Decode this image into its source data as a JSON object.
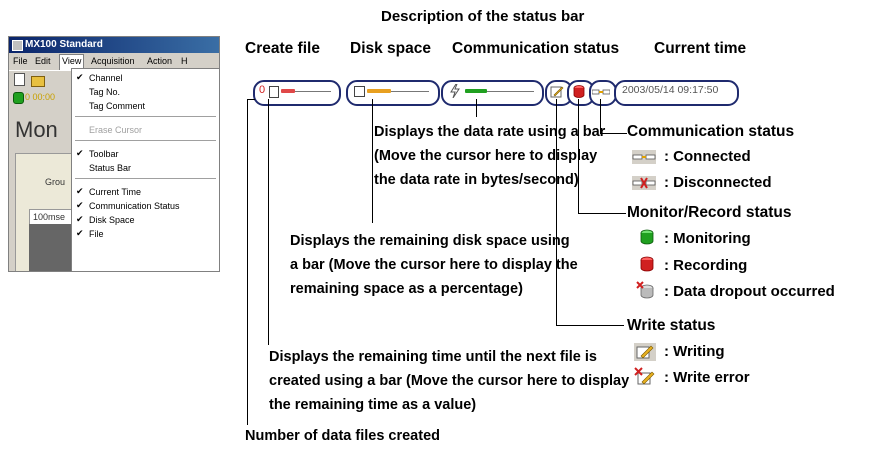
{
  "page_title": "Description of the status bar",
  "app_window": {
    "title": "MX100 Standard",
    "menu": [
      "File",
      "Edit",
      "View",
      "Acquisition",
      "Action",
      "H"
    ],
    "status_time": "0 00:00",
    "monitor_text": "Mon",
    "group_text": "Grou",
    "interval_text": "100mse",
    "view_menu": {
      "items": [
        {
          "label": "Channel",
          "checked": true,
          "disabled": false
        },
        {
          "label": "Tag No.",
          "checked": false,
          "disabled": false
        },
        {
          "label": "Tag Comment",
          "checked": false,
          "disabled": false
        },
        {
          "label": "Erase Cursor",
          "checked": false,
          "disabled": true
        },
        {
          "label": "Toolbar",
          "checked": true,
          "disabled": false
        },
        {
          "label": "Status Bar",
          "checked": false,
          "disabled": false
        },
        {
          "label": "Current Time",
          "checked": true,
          "disabled": false
        },
        {
          "label": "Communication Status",
          "checked": true,
          "disabled": false
        },
        {
          "label": "Disk Space",
          "checked": true,
          "disabled": false
        },
        {
          "label": "File",
          "checked": true,
          "disabled": false
        }
      ]
    }
  },
  "headers": {
    "create_file": "Create file",
    "disk_space": "Disk space",
    "communication_status": "Communication status",
    "current_time": "Current time"
  },
  "status_bar": {
    "file_count": "0",
    "datetime": "2003/05/14 09:17:50",
    "colors": {
      "file_bar": "#e04848",
      "disk_bar": "#e8a020",
      "comm_bar": "#20a020",
      "outline": "#1f2a6e"
    }
  },
  "descriptions": {
    "data_rate": "Displays the data rate using a bar (Move the cursor here to display the data rate in bytes/second)",
    "disk_remaining": "Displays the remaining disk space using a bar (Move the cursor here to display the remaining space as a percentage)",
    "time_remaining": "Displays the remaining time until the next file is created using a bar (Move the cursor here to display the remaining time as a value)",
    "data_files": "Number of data files created"
  },
  "legend": {
    "comm_title": "Communication status",
    "connected": ": Connected",
    "disconnected": ": Disconnected",
    "monitor_title": "Monitor/Record status",
    "monitoring": ": Monitoring",
    "recording": ": Recording",
    "dropout": ": Data dropout occurred",
    "write_title": "Write status",
    "writing": ": Writing",
    "write_error": ": Write error"
  }
}
